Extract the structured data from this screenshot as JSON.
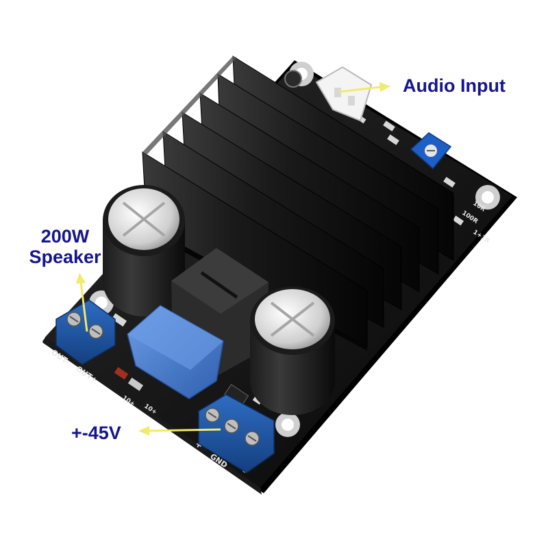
{
  "annotations": {
    "audio_input": "Audio Input",
    "speaker_line1": "200W",
    "speaker_line2": "Speaker",
    "power": "+-45V"
  },
  "silkscreen": {
    "out_minus": "OUT-",
    "out_plus": "OUT+",
    "gnd": "GND",
    "plus": "+",
    "minus": "-",
    "r1": "10R",
    "r2": "100R",
    "r3": "10+",
    "r4": "1+1R",
    "r5": "10+"
  },
  "colors": {
    "label_text": "#15158c",
    "arrow": "#f2ea6a",
    "pcb": "#111111",
    "heatsink": "#1a1a1a",
    "terminal": "#1f5aa8",
    "film_cap": "#4a7fd0",
    "potentiometer": "#1d5fc4"
  }
}
